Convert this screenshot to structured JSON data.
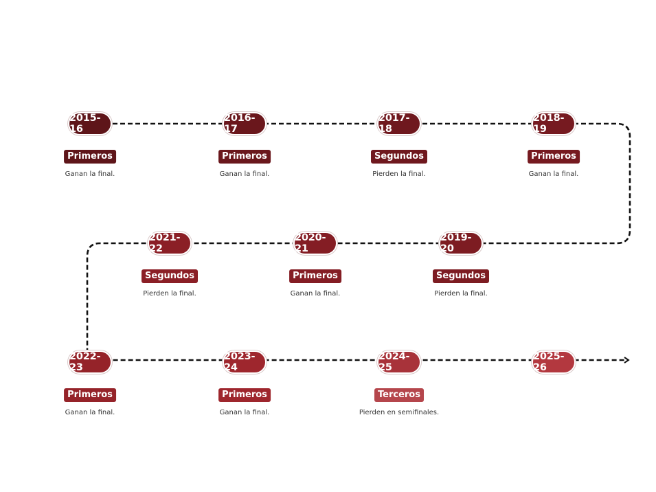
{
  "timeline": {
    "items": [
      {
        "season": "2015-16",
        "result": "Primeros",
        "note": "Ganan la final.",
        "year_color": "#5e1519",
        "badge_color": "#5e1519"
      },
      {
        "season": "2016-17",
        "result": "Primeros",
        "note": "Ganan la final.",
        "year_color": "#6a171c",
        "badge_color": "#6a171c"
      },
      {
        "season": "2017-18",
        "result": "Segundos",
        "note": "Pierden la final.",
        "year_color": "#6f181e",
        "badge_color": "#6f181e"
      },
      {
        "season": "2018-19",
        "result": "Primeros",
        "note": "Ganan la final.",
        "year_color": "#761a20",
        "badge_color": "#761a20"
      },
      {
        "season": "2019-20",
        "result": "Segundos",
        "note": "Pierden la final.",
        "year_color": "#7d1c22",
        "badge_color": "#7d1c22"
      },
      {
        "season": "2020-21",
        "result": "Primeros",
        "note": "Ganan la final.",
        "year_color": "#841d24",
        "badge_color": "#841d24"
      },
      {
        "season": "2021-22",
        "result": "Segundos",
        "note": "Pierden la final.",
        "year_color": "#8b1f26",
        "badge_color": "#8b1f26"
      },
      {
        "season": "2022-23",
        "result": "Primeros",
        "note": "Ganan la final.",
        "year_color": "#952329",
        "badge_color": "#952329"
      },
      {
        "season": "2023-24",
        "result": "Primeros",
        "note": "Ganan la final.",
        "year_color": "#9e262d",
        "badge_color": "#9e262d"
      },
      {
        "season": "2024-25",
        "result": "Terceros",
        "note": "Pierden en semifinales.",
        "year_color": "#a8333a",
        "badge_color": "#b5464c"
      },
      {
        "season": "2025-26",
        "result": "",
        "note": "",
        "year_color": "#b3383f",
        "badge_color": ""
      }
    ],
    "line_color": "#111111"
  }
}
